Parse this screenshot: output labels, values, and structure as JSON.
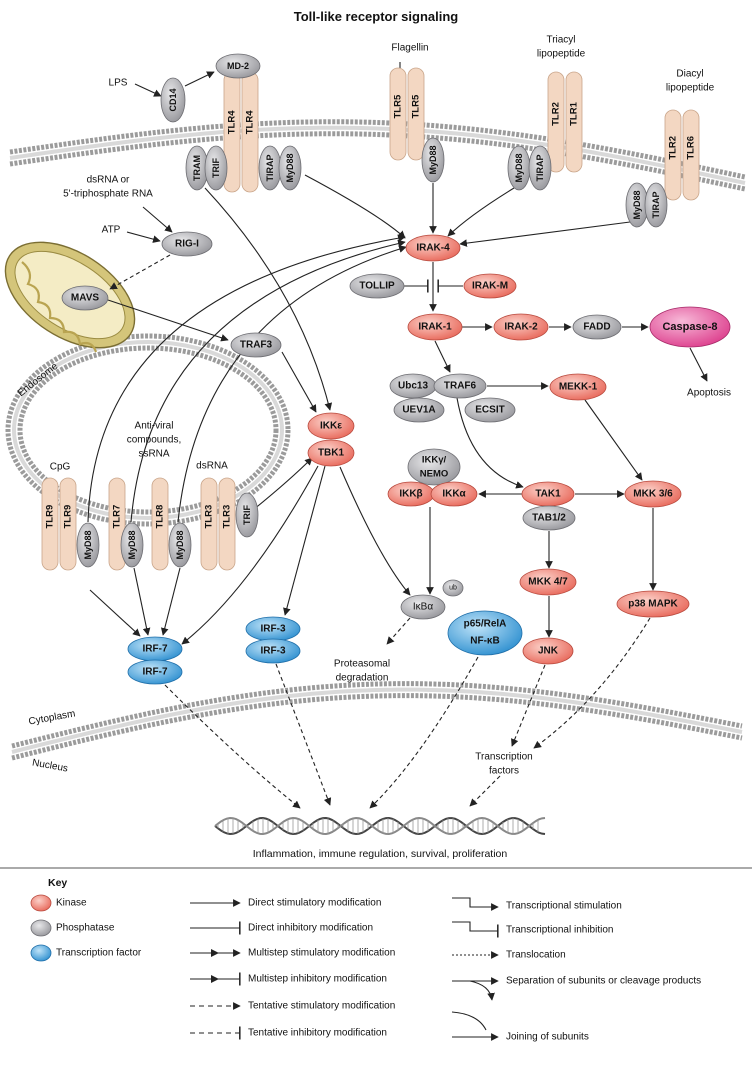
{
  "title": "Toll-like receptor signaling",
  "ligands": {
    "lps": "LPS",
    "flagellin": "Flagellin",
    "triacyl_1": "Triacyl",
    "triacyl_2": "lipopeptide",
    "diacyl_1": "Diacyl",
    "diacyl_2": "lipopeptide",
    "dsrna_1": "dsRNA or",
    "dsrna_2": "5'-triphosphate RNA",
    "atp": "ATP",
    "cpg": "CpG",
    "antiviral_1": "Anti-viral",
    "antiviral_2": "compounds,",
    "antiviral_3": "ssRNA",
    "dsrna_endo": "dsRNA"
  },
  "receptors": {
    "tlr4": "TLR4",
    "tlr5": "TLR5",
    "tlr2": "TLR2",
    "tlr1": "TLR1",
    "tlr6": "TLR6",
    "tlr9": "TLR9",
    "tlr7": "TLR7",
    "tlr8": "TLR8",
    "tlr3": "TLR3"
  },
  "adaptors": {
    "cd14": "CD14",
    "md2": "MD-2",
    "tram": "TRAM",
    "trif": "TRIF",
    "tirap": "TIRAP",
    "myd88": "MyD88"
  },
  "nodes": {
    "rigi": "RIG-I",
    "mavs": "MAVS",
    "traf3": "TRAF3",
    "irak4": "IRAK-4",
    "tollip": "TOLLIP",
    "irakm": "IRAK-M",
    "irak1": "IRAK-1",
    "irak2": "IRAK-2",
    "fadd": "FADD",
    "caspase8": "Caspase-8",
    "apoptosis": "Apoptosis",
    "ubc13": "Ubc13",
    "traf6": "TRAF6",
    "uev1a": "UEV1A",
    "ecsit": "ECSIT",
    "mekk1": "MEKK-1",
    "ikke": "IKKε",
    "tbk1": "TBK1",
    "ikkg_1": "IKKγ/",
    "ikkg_2": "NEMO",
    "ikkb": "IKKβ",
    "ikka": "IKKα",
    "tak1": "TAK1",
    "tab12": "TAB1/2",
    "mkk36": "MKK 3/6",
    "mkk47": "MKK 4/7",
    "p38": "p38 MAPK",
    "jnk": "JNK",
    "irf7": "IRF-7",
    "irf3": "IRF-3",
    "ikba": "IκBα",
    "ub": "ub",
    "p65": "p65/RelA",
    "nfkb": "NF-κB",
    "proteasomal_1": "Proteasomal",
    "proteasomal_2": "degradation",
    "tf_1": "Transcription",
    "tf_2": "factors"
  },
  "compartments": {
    "endosome": "Endosome",
    "cytoplasm": "Cytoplasm",
    "nucleus": "Nucleus"
  },
  "outcome": "Inflammation, immune regulation, survival, proliferation",
  "key": {
    "title": "Key",
    "kinase": "Kinase",
    "phosphatase": "Phosphatase",
    "tf": "Transcription factor",
    "direct_stim": "Direct stimulatory modification",
    "direct_inhib": "Direct inhibitory modification",
    "multi_stim": "Multistep stimulatory modification",
    "multi_inhib": "Multistep inhibitory modification",
    "tent_stim": "Tentative stimulatory modification",
    "tent_inhib": "Tentative inhibitory modification",
    "trans_stim": "Transcriptional stimulation",
    "trans_inhib": "Transcriptional inhibition",
    "translocation": "Translocation",
    "separation": "Separation of subunits or cleavage products",
    "joining": "Joining of subunits"
  },
  "colors": {
    "kinase": "#ee7768",
    "phosphatase": "#a9a9ad",
    "tf": "#3f9fd8",
    "receptor": "#f3d7c2",
    "caspase": "#e4509a",
    "membrane_head": "#c8c8c8",
    "mito_outer": "#d4c57a"
  }
}
